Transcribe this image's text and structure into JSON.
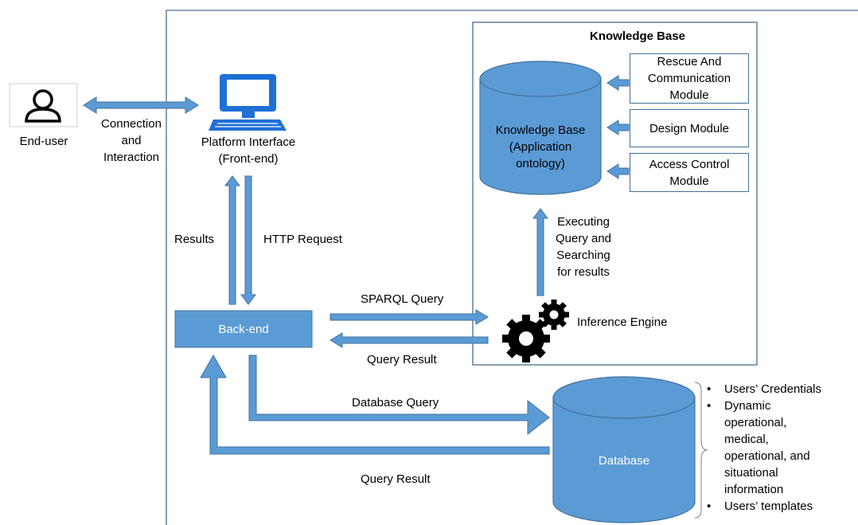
{
  "colors": {
    "shape_fill": "#5b9bd5",
    "shape_stroke": "#41719c",
    "frame_stroke": "#4a6c8f",
    "icon_blue": "#1f6fd6",
    "gear": "#000000"
  },
  "icons": {
    "user": "user-icon",
    "computer": "computer-icon",
    "gears": "gears-icon"
  },
  "end_user": {
    "label": "End-user"
  },
  "connection_label": [
    "Connection",
    "and",
    "Interaction"
  ],
  "platform": {
    "lines": [
      "Platform Interface",
      "(Front-end)"
    ]
  },
  "results_label": "Results",
  "http_label": "HTTP Request",
  "backend_label": "Back-end",
  "sparql_label": "SPARQL Query",
  "query_result_top": "Query Result",
  "database_query_label": "Database Query",
  "query_result_bottom": "Query Result",
  "knowledge_base": {
    "title": "Knowledge Base",
    "cylinder_lines": [
      "Knowledge Base",
      "(Application",
      "ontology)"
    ],
    "modules": [
      {
        "lines": [
          "Rescue And",
          "Communication",
          "Module"
        ]
      },
      {
        "lines": [
          "Design Module"
        ]
      },
      {
        "lines": [
          "Access Control",
          "Module"
        ]
      }
    ]
  },
  "executing_lines": [
    "Executing",
    "Query and",
    "Searching",
    "for results"
  ],
  "inference_label": "Inference Engine",
  "database": {
    "label": "Database",
    "bullets": [
      {
        "lines": [
          "Users’ Credentials"
        ]
      },
      {
        "lines": [
          "Dynamic",
          "operational,",
          "medical,",
          "operational, and",
          "situational",
          "information"
        ]
      },
      {
        "lines": [
          "Users’ templates"
        ]
      }
    ]
  }
}
